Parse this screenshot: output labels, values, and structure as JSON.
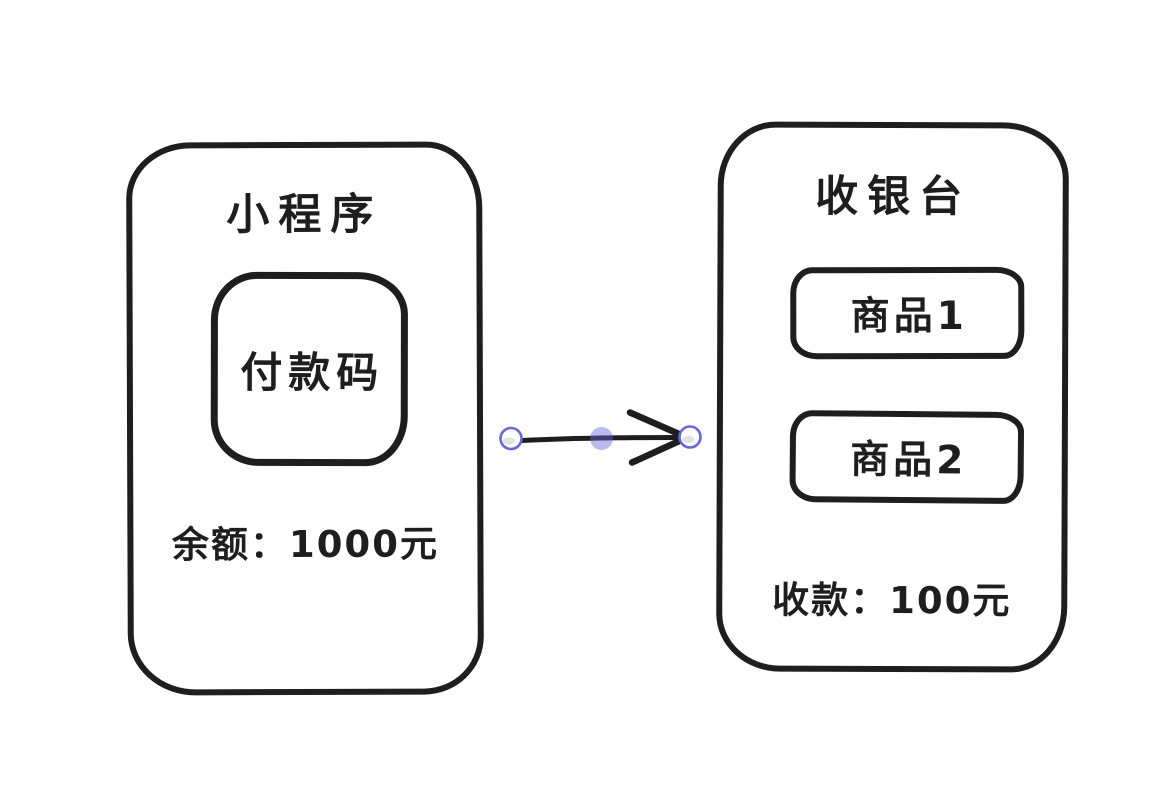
{
  "colors": {
    "background": "#ffffff",
    "stroke": "#1e1e1e",
    "selection_accent": "#6965db",
    "selection_midpoint_fill": "#b9aff2"
  },
  "left_panel": {
    "title": "小程序",
    "payment_code_label": "付款码",
    "balance_text": "余额：1000元"
  },
  "right_panel": {
    "title": "收银台",
    "items": [
      {
        "label": "商品1"
      },
      {
        "label": "商品2"
      }
    ],
    "receipt_text": "收款：100元"
  },
  "arrow": {
    "direction": "left-to-right",
    "selected": true
  }
}
